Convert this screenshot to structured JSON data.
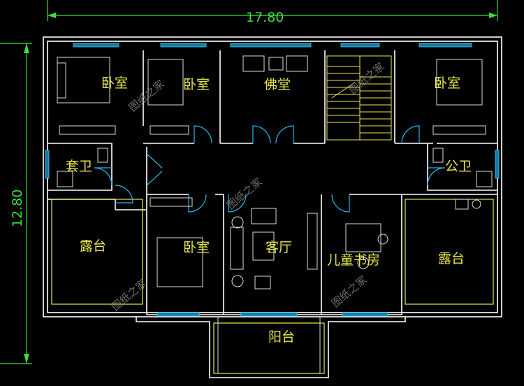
{
  "dimensions": {
    "width_label": "17.80",
    "height_label": "12.80"
  },
  "rooms": {
    "bedroom_1": "卧室",
    "bedroom_2": "卧室",
    "buddha_hall": "佛堂",
    "bedroom_3": "卧室",
    "ensuite_bath": "套卫",
    "public_bath": "公卫",
    "terrace_left": "露台",
    "bedroom_4": "卧室",
    "living_room": "客厅",
    "kids_study": "儿童书房",
    "terrace_right": "露台",
    "balcony": "阳台"
  },
  "watermark": "图纸之家",
  "colors": {
    "background": "#000000",
    "wall": "#ffffff",
    "room_label": "#e8e84a",
    "dimension": "#3adf3a",
    "door_window": "#24b8f0"
  }
}
